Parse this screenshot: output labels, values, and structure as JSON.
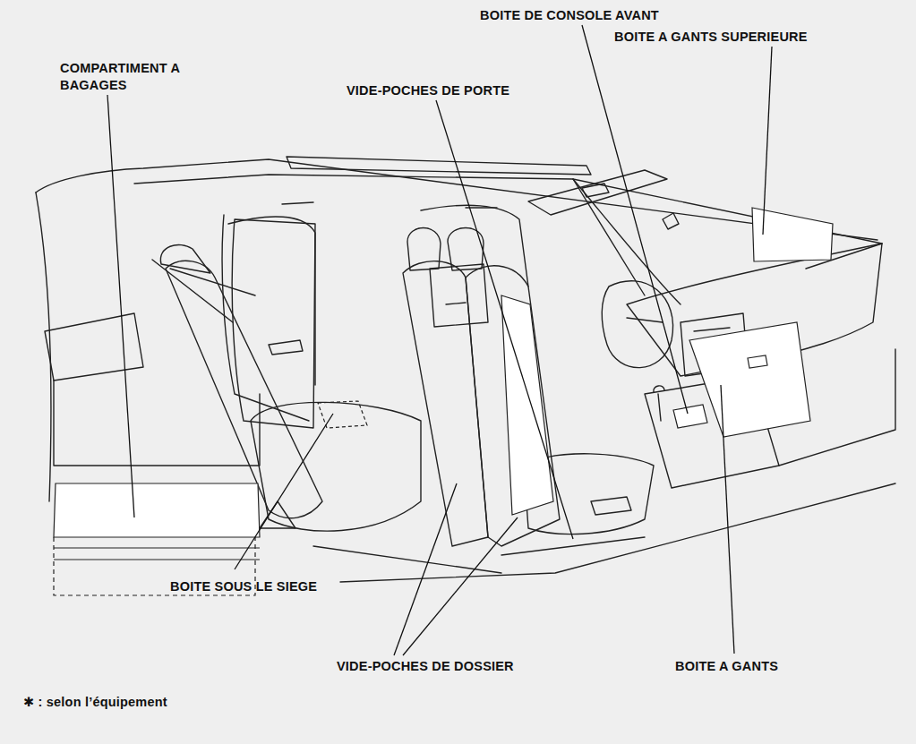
{
  "diagram": {
    "labels": [
      "COMPARTIMENT A BAGAGES",
      "VIDE-POCHES DE PORTE",
      "BOITE DE CONSOLE AVANT",
      "BOITE A GANTS SUPERIEURE",
      "BOITE SOUS LE SIEGE",
      "VIDE-POCHES DE DOSSIER",
      "BOITE A GANTS",
      "✱ : selon l’équipement"
    ]
  }
}
